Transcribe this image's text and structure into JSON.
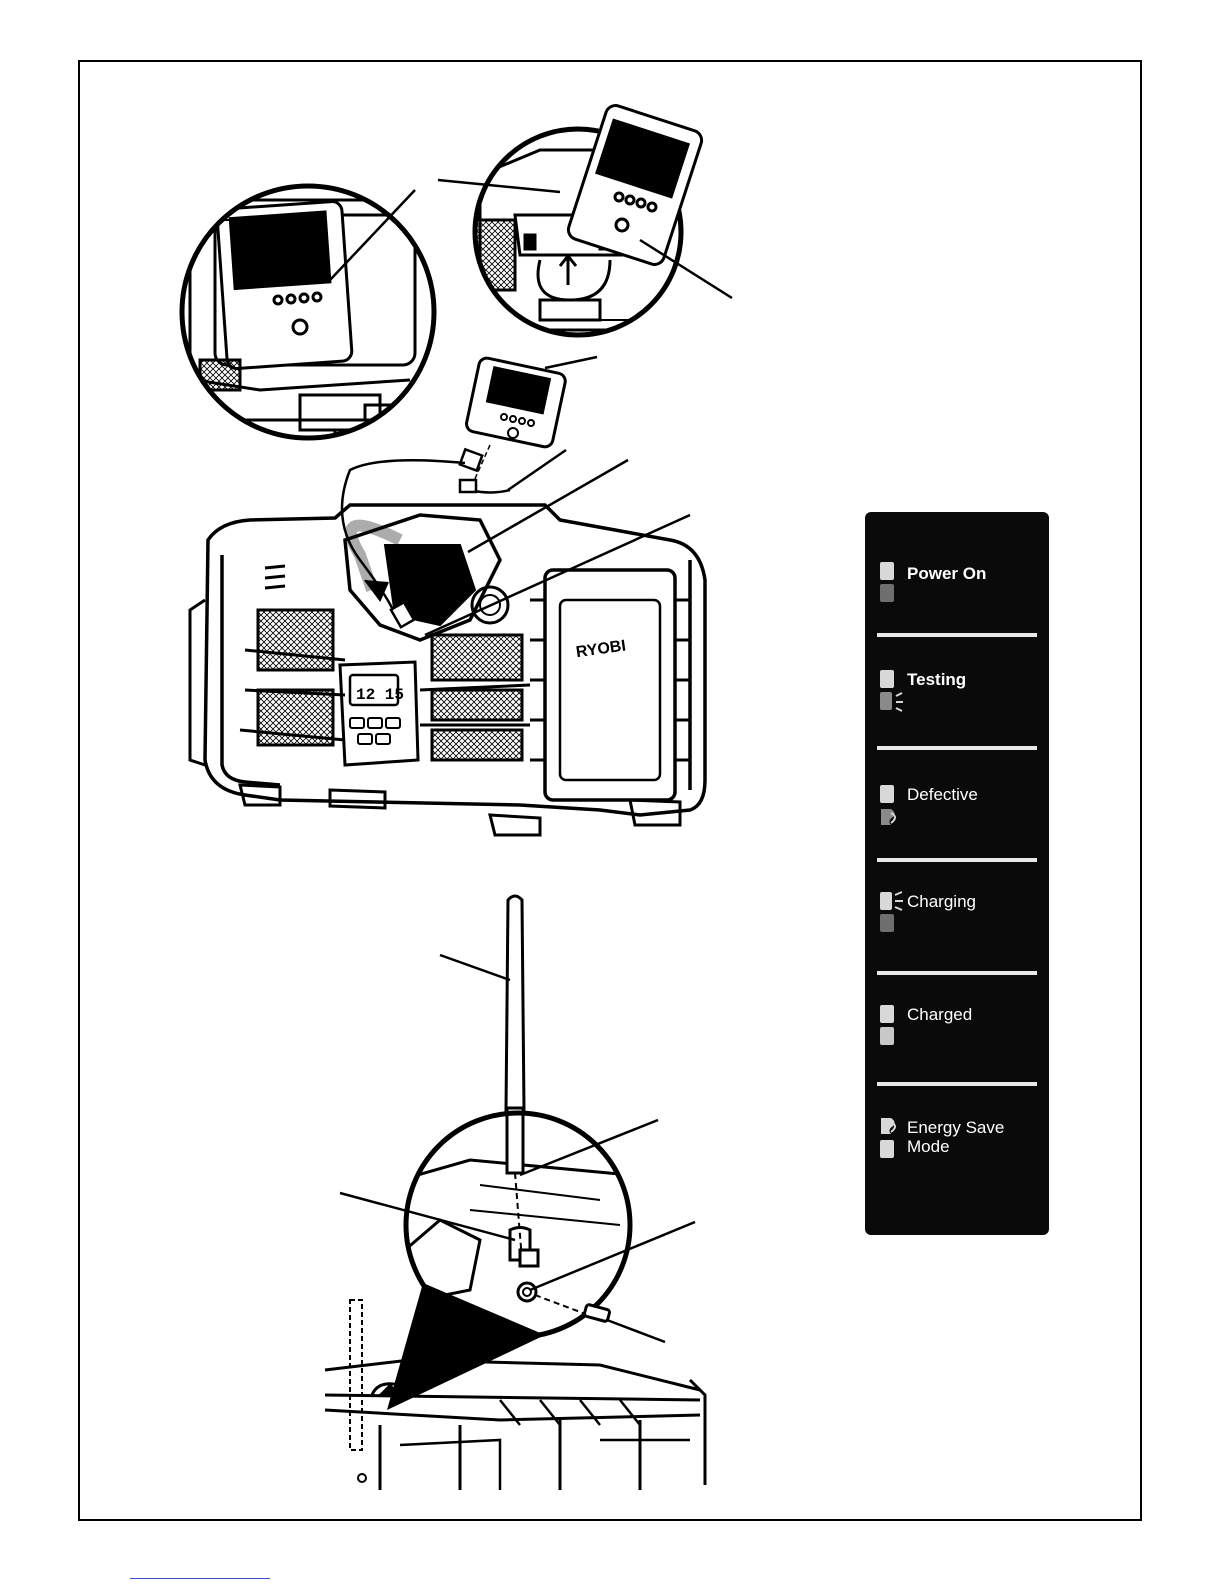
{
  "brand": "RYOBI",
  "display_time": "12 15",
  "legend": {
    "rows": [
      {
        "label": "Power On",
        "bold": true
      },
      {
        "label": "Testing",
        "bold": true
      },
      {
        "label": "Defective",
        "bold": false
      },
      {
        "label": "Charging",
        "bold": false
      },
      {
        "label": "Charged",
        "bold": false
      },
      {
        "label": "Energy Save\nMode",
        "bold": false
      }
    ]
  },
  "colors": {
    "ink": "#000000",
    "panel": "#0a0a0a",
    "paper": "#ffffff",
    "divider": "#e8e8e8"
  }
}
